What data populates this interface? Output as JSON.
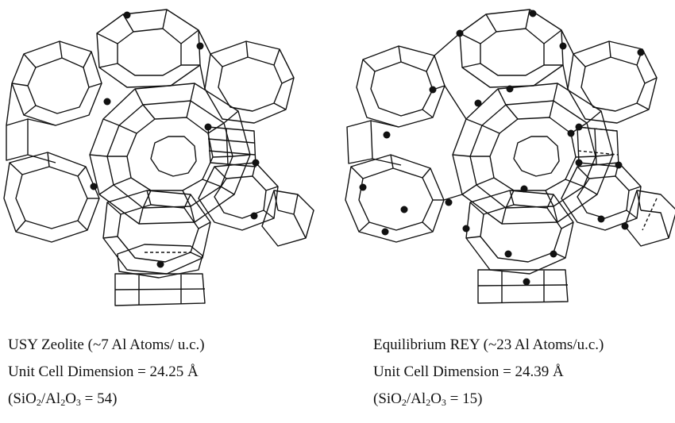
{
  "panels": [
    {
      "caption": {
        "line1": "USY Zeolite (~7 Al Atoms/ u.c.)",
        "line2": "Unit Cell Dimension = 24.25 Å",
        "line3": {
          "open": "(SiO",
          "sub1": "2",
          "mid": "/Al",
          "sub2": "2",
          "mid2": "O",
          "sub3": "3",
          "close": " = 54)"
        }
      }
    },
    {
      "caption": {
        "line1": "Equilibrium REY (~23 Al Atoms/u.c.)",
        "line2": "Unit Cell Dimension = 24.39 Å",
        "line3": {
          "open": "(SiO",
          "sub1": "2",
          "mid": "/Al",
          "sub2": "2",
          "mid2": "O",
          "sub3": "3",
          "close": " = 15)"
        }
      }
    }
  ]
}
